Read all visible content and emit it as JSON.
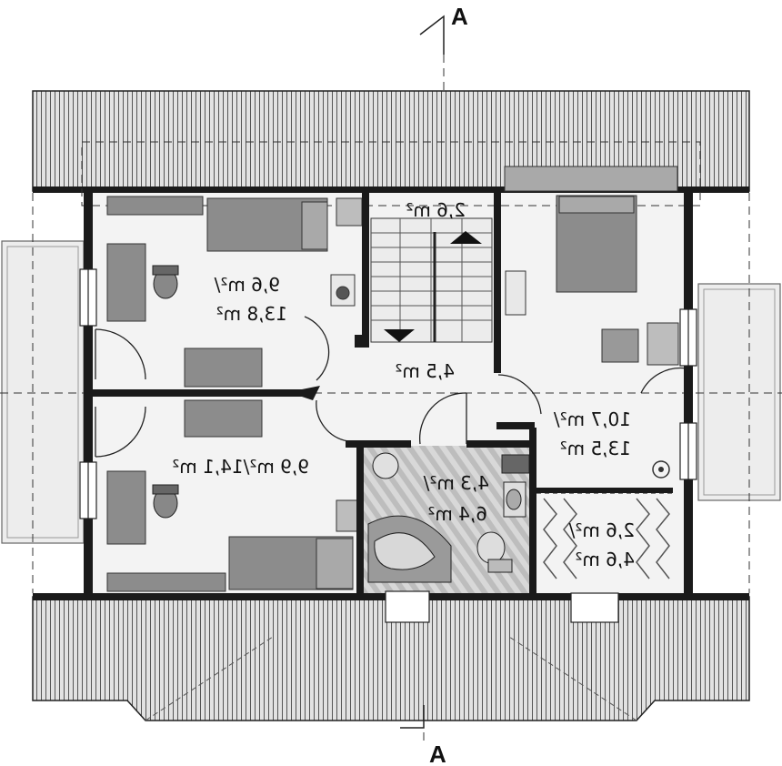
{
  "section_marker": {
    "top": "A",
    "bottom": "A"
  },
  "rooms": [
    {
      "id": "bedroom-upper-left",
      "line1": "9,6 m²/",
      "line2": "13,8 m²"
    },
    {
      "id": "stair",
      "line1": "2,6 m²",
      "line2": ""
    },
    {
      "id": "hall",
      "line1": "4,5 m²",
      "line2": ""
    },
    {
      "id": "bedroom-lower-left",
      "line1": "9,9 m²/14,1 m²",
      "line2": ""
    },
    {
      "id": "bathroom",
      "line1": "4,3 m²/",
      "line2": "6,4 m²"
    },
    {
      "id": "bedroom-right",
      "line1": "10,7 m²/",
      "line2": "13,5 m²"
    },
    {
      "id": "wardrobe",
      "line1": "2,6 m²/",
      "line2": "4,6 m²"
    }
  ],
  "colors": {
    "wall": "#1a1a1a",
    "floor": "#f3f3f3",
    "furniture": "#8c8c8c",
    "roof": "#dcdcdc",
    "bath_floor": "#cfcfcf"
  }
}
